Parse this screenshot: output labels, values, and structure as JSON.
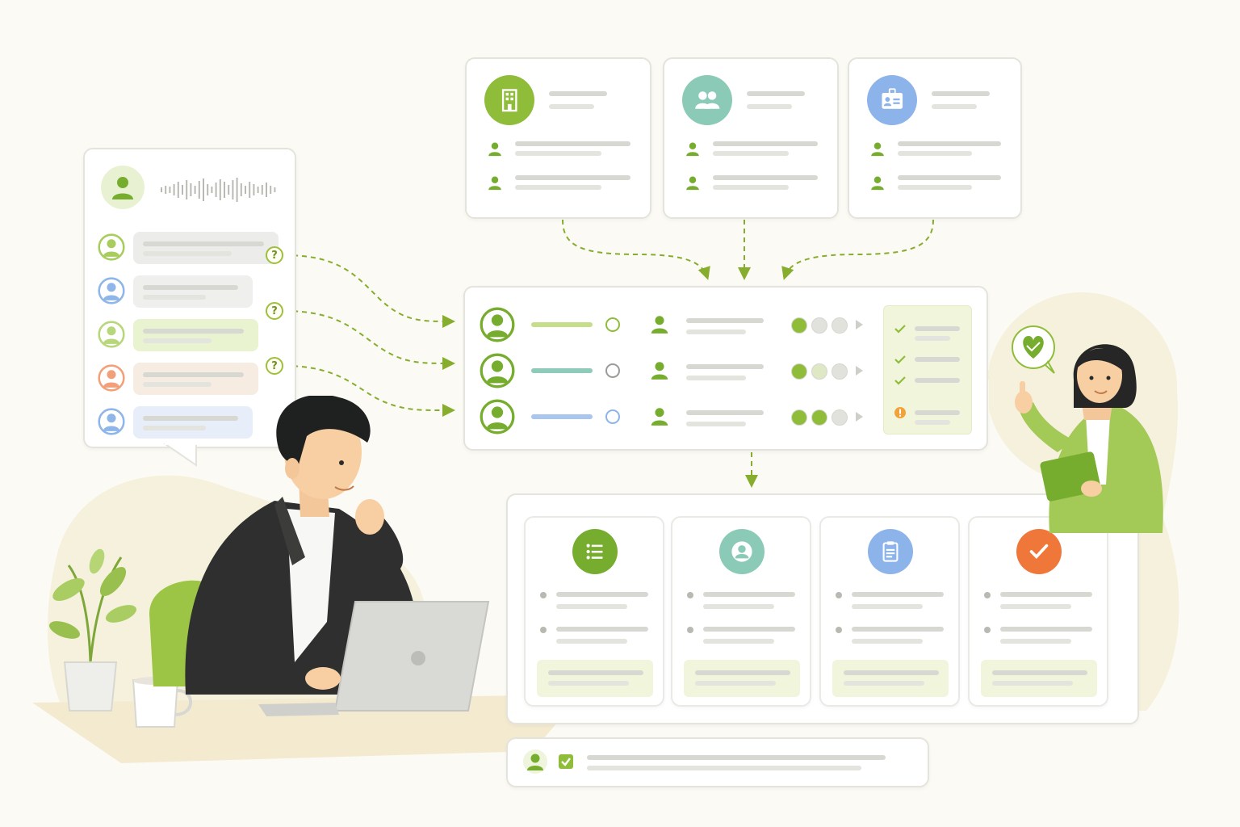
{
  "chat_panel": {
    "rows": [
      {
        "avatar_color": "#a8cd5e",
        "bubble_color": "#ececea",
        "has_question": true
      },
      {
        "avatar_color": "#8fb6e8",
        "bubble_color": "#efefed",
        "has_question": true
      },
      {
        "avatar_color": "#b8d67a",
        "bubble_color": "#eaf3cf",
        "has_question": true
      },
      {
        "avatar_color": "#f2a079",
        "bubble_color": "#f7ece2",
        "has_question": false
      },
      {
        "avatar_color": "#8fb6e8",
        "bubble_color": "#e7eefa",
        "has_question": false
      }
    ],
    "question_mark": "?"
  },
  "source_cards": [
    {
      "icon": "building-icon",
      "color": "#8fbd3a"
    },
    {
      "icon": "group-icon",
      "color": "#8ccab8"
    },
    {
      "icon": "id-card-icon",
      "color": "#8db4ea"
    }
  ],
  "matching_rows": [
    {
      "bar_color": "#c6dd8a",
      "ring_color": "#8fbd3a",
      "dots": [
        "#8fbd3a",
        "#e2e2dc",
        "#e2e2dc"
      ]
    },
    {
      "bar_color": "#8fcbbb",
      "ring_color": "#9a9a96",
      "dots": [
        "#8fbd3a",
        "#dfe8c4",
        "#e2e2dc"
      ]
    },
    {
      "bar_color": "#a9c6ef",
      "ring_color": "#8db4ea",
      "dots": [
        "#8fbd3a",
        "#8fbd3a",
        "#e2e2dc"
      ]
    }
  ],
  "checklist": {
    "marks": [
      "check",
      "check",
      "check",
      "warning"
    ]
  },
  "result_cards": [
    {
      "icon": "list-icon",
      "color": "#77ad2e"
    },
    {
      "icon": "user-icon",
      "color": "#8ccab8"
    },
    {
      "icon": "clipboard-icon",
      "color": "#8db4ea"
    },
    {
      "icon": "checkmark-icon",
      "color": "#f0773a"
    }
  ],
  "colors": {
    "accent_green": "#8fbd3a",
    "connector": "#86ad2e",
    "background": "#fbfaf4"
  }
}
